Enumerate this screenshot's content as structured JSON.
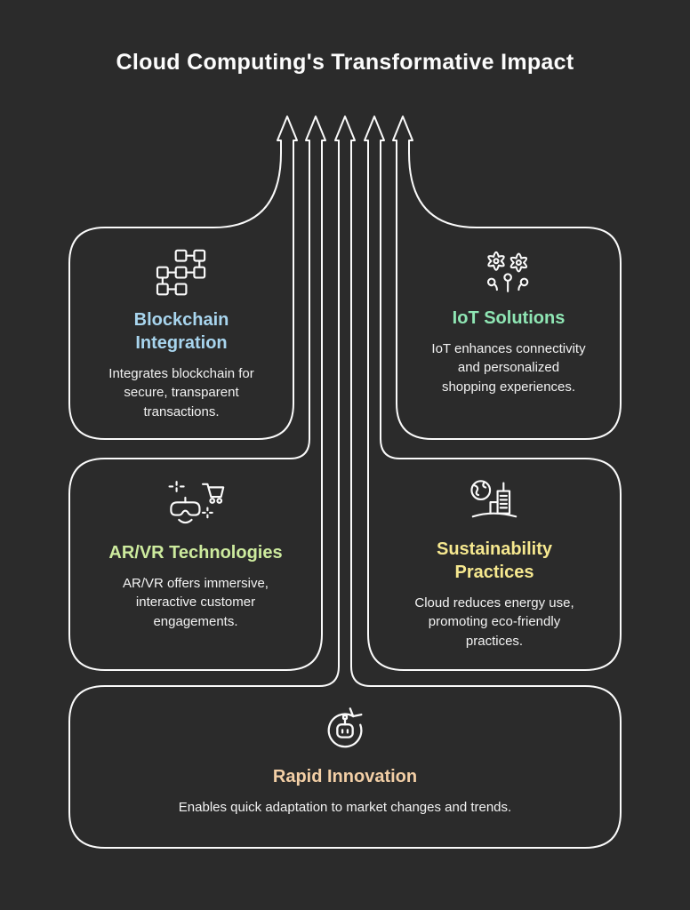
{
  "title": "Cloud Computing's Transformative Impact",
  "diagram": {
    "type": "funnel-flow-infographic",
    "arrow_count": 5,
    "arrow_direction": "up"
  },
  "colors": {
    "background": "#2b2b2b",
    "line": "#fafafa",
    "main_title": "#fcfcfc",
    "body_text": "#f2f2f2"
  },
  "cards": [
    {
      "id": "blockchain-integration",
      "title": "Blockchain Integration",
      "title_lines": [
        "Blockchain",
        "Integration"
      ],
      "title_color": "#a8d5ee",
      "description": "Integrates blockchain for secure, transparent transactions.",
      "description_lines": [
        "Integrates blockchain for",
        "secure, transparent",
        "transactions."
      ],
      "icon": "blockchain-blocks-icon"
    },
    {
      "id": "iot-solutions",
      "title": "IoT Solutions",
      "title_lines": [
        "IoT Solutions"
      ],
      "title_color": "#8fe6b4",
      "description": "IoT enhances connectivity and personalized shopping experiences.",
      "description_lines": [
        "IoT enhances connectivity",
        "and personalized",
        "shopping experiences."
      ],
      "icon": "iot-sensors-icon"
    },
    {
      "id": "arvr-technologies",
      "title": "AR/VR Technologies",
      "title_lines": [
        "AR/VR Technologies"
      ],
      "title_color": "#cdeb9e",
      "description": "AR/VR offers immersive, interactive customer engagements.",
      "description_lines": [
        "AR/VR offers immersive,",
        "interactive customer",
        "engagements."
      ],
      "icon": "vr-headset-cart-icon"
    },
    {
      "id": "sustainability-practices",
      "title": "Sustainability Practices",
      "title_lines": [
        "Sustainability",
        "Practices"
      ],
      "title_color": "#f6e88f",
      "description": "Cloud reduces energy use, promoting eco-friendly practices.",
      "description_lines": [
        "Cloud reduces energy use,",
        "promoting eco-friendly",
        "practices."
      ],
      "icon": "globe-building-icon"
    },
    {
      "id": "rapid-innovation",
      "title": "Rapid Innovation",
      "title_lines": [
        "Rapid Innovation"
      ],
      "title_color": "#f3cfa6",
      "description": "Enables quick adaptation to market changes and trends.",
      "description_lines": [
        "Enables quick adaptation to market changes and trends."
      ],
      "icon": "robot-refresh-icon"
    }
  ]
}
